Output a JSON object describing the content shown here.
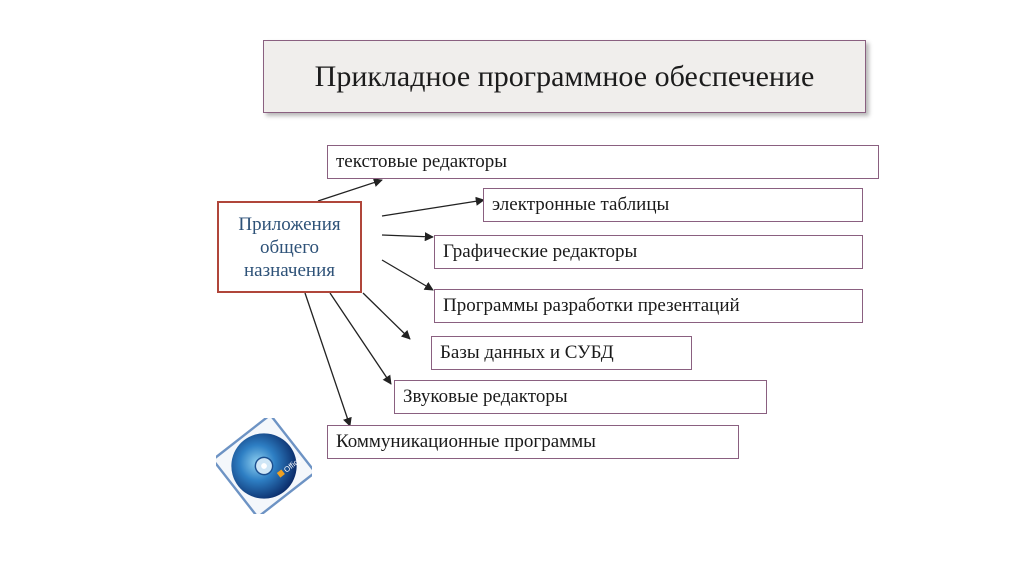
{
  "title": "Прикладное программное обеспечение",
  "center": {
    "lines": [
      "Приложения",
      "общего",
      "назначения"
    ]
  },
  "items": [
    "текстовые редакторы",
    "электронные таблицы",
    "Графические редакторы",
    "Программы разработки презентаций",
    "Базы данных и СУБД",
    "Звуковые редакторы",
    "Коммуникационные программы"
  ],
  "logo": {
    "label": "Office",
    "icon": "office-cd-icon"
  },
  "colors": {
    "title_border": "#8a6080",
    "center_border": "#b0463a",
    "center_text": "#2e5278",
    "arrow": "#222222"
  }
}
